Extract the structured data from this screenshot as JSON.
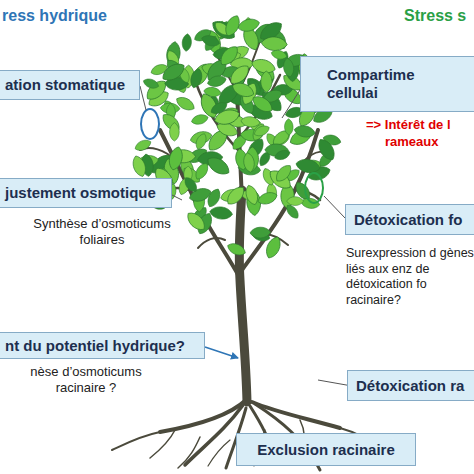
{
  "diagram": {
    "nodes": [
      {
        "text": [
          "ation stomatique"
        ]
      },
      {
        "text": [
          "Compartime cellulai"
        ]
      },
      {
        "text": [
          "justement osmotique"
        ]
      },
      {
        "text": [
          "Détoxication fo"
        ]
      },
      {
        "text": [
          "nt du potentiel hydrique?"
        ]
      },
      {
        "text": [
          "Détoxication ra"
        ]
      },
      {
        "text": [
          "Exclusion racinaire"
        ]
      }
    ],
    "labels": [
      "ress hydrique",
      "Stress s",
      "=> Intérêt de l",
      "rameaux",
      "Synthèse d’osmoticums foliaires",
      "Surexpression d gènes liés aux enz de détoxication fo racinaire?",
      "nèse d’osmoticums racinaire ?"
    ]
  }
}
